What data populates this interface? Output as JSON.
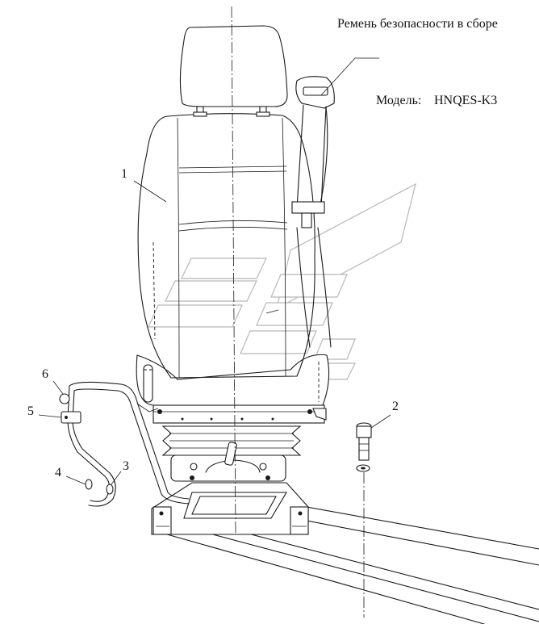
{
  "header": {
    "assembly_name": "Ремень безопасности в сборе",
    "model_label": "Модель:",
    "model_code": "HNQES-K3"
  },
  "callouts": [
    "1",
    "2",
    "3",
    "4",
    "5",
    "6"
  ],
  "colors": {
    "line": "#1a1a1a",
    "watermark": "#b8b8b8",
    "background": "#ffffff"
  }
}
